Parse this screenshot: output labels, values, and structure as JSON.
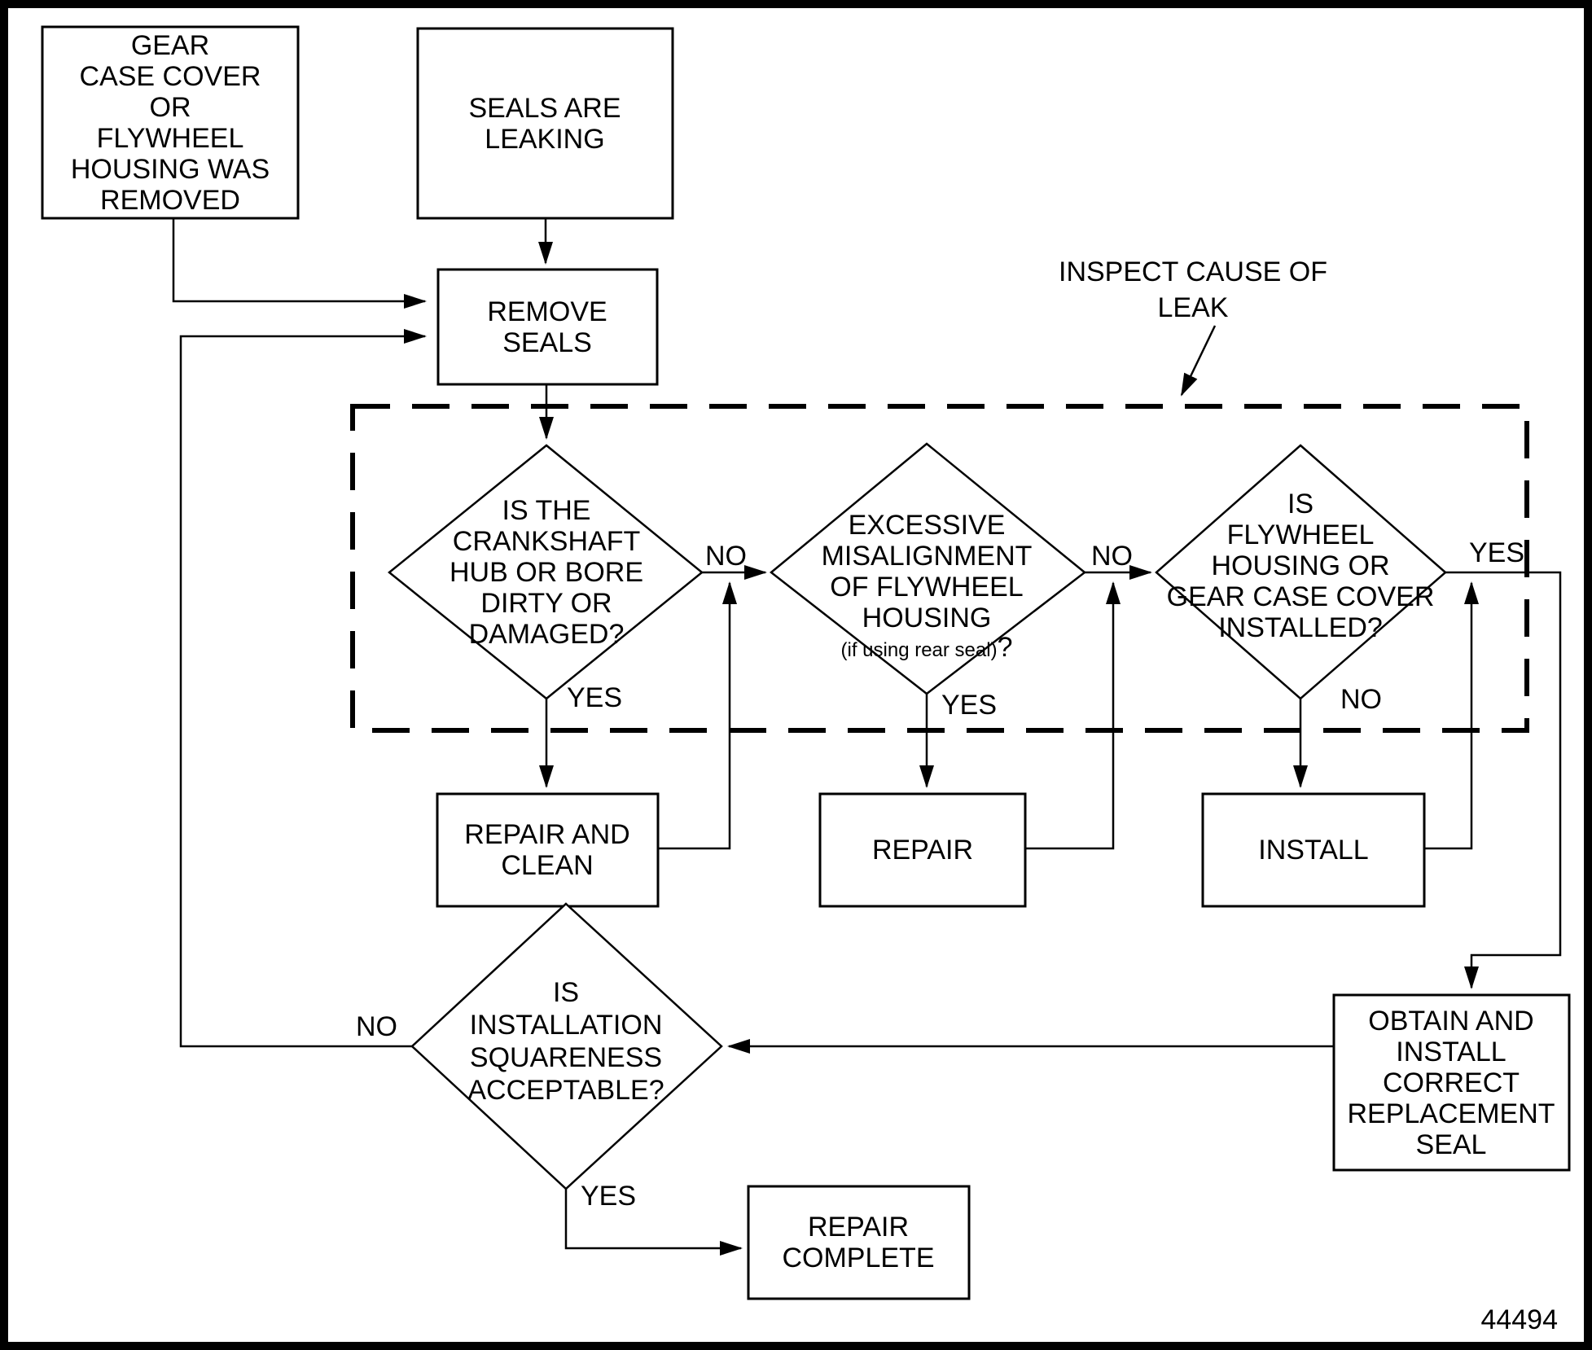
{
  "figure": {
    "number": "44494"
  },
  "colors": {
    "line": "#000000",
    "background": "#ffffff"
  },
  "annotation": {
    "line1": "INSPECT CAUSE OF",
    "line2": "LEAK"
  },
  "nodes": {
    "gear_case_cover": {
      "lines": [
        "GEAR",
        "CASE COVER",
        "OR",
        "FLYWHEEL",
        "HOUSING WAS",
        "REMOVED"
      ]
    },
    "seals_are_leaking": {
      "lines": [
        "SEALS ARE",
        "LEAKING"
      ]
    },
    "remove_seals": {
      "lines": [
        "REMOVE",
        "SEALS"
      ]
    },
    "crankshaft_decision": {
      "lines": [
        "IS THE",
        "CRANKSHAFT",
        "HUB OR BORE",
        "DIRTY OR",
        "DAMAGED?"
      ],
      "no_label": "NO",
      "yes_label": "YES"
    },
    "misalignment_decision": {
      "lines": [
        "EXCESSIVE",
        "MISALIGNMENT",
        "OF FLYWHEEL",
        "HOUSING"
      ],
      "note": "(if using rear seal)",
      "question_mark": "?",
      "no_label": "NO",
      "yes_label": "YES"
    },
    "flywheel_installed_decision": {
      "lines": [
        "IS",
        "FLYWHEEL",
        "HOUSING OR",
        "GEAR CASE COVER",
        "INSTALLED?"
      ],
      "yes_label": "YES",
      "no_label": "NO"
    },
    "repair_and_clean": {
      "lines": [
        "REPAIR AND",
        "CLEAN"
      ]
    },
    "repair": {
      "lines": [
        "REPAIR"
      ]
    },
    "install": {
      "lines": [
        "INSTALL"
      ]
    },
    "obtain_seal": {
      "lines": [
        "OBTAIN AND",
        "INSTALL",
        "CORRECT",
        "REPLACEMENT",
        "SEAL"
      ]
    },
    "squareness_decision": {
      "lines": [
        "IS",
        "INSTALLATION",
        "SQUARENESS",
        "ACCEPTABLE?"
      ],
      "no_label": "NO",
      "yes_label": "YES"
    },
    "repair_complete": {
      "lines": [
        "REPAIR",
        "COMPLETE"
      ]
    }
  }
}
